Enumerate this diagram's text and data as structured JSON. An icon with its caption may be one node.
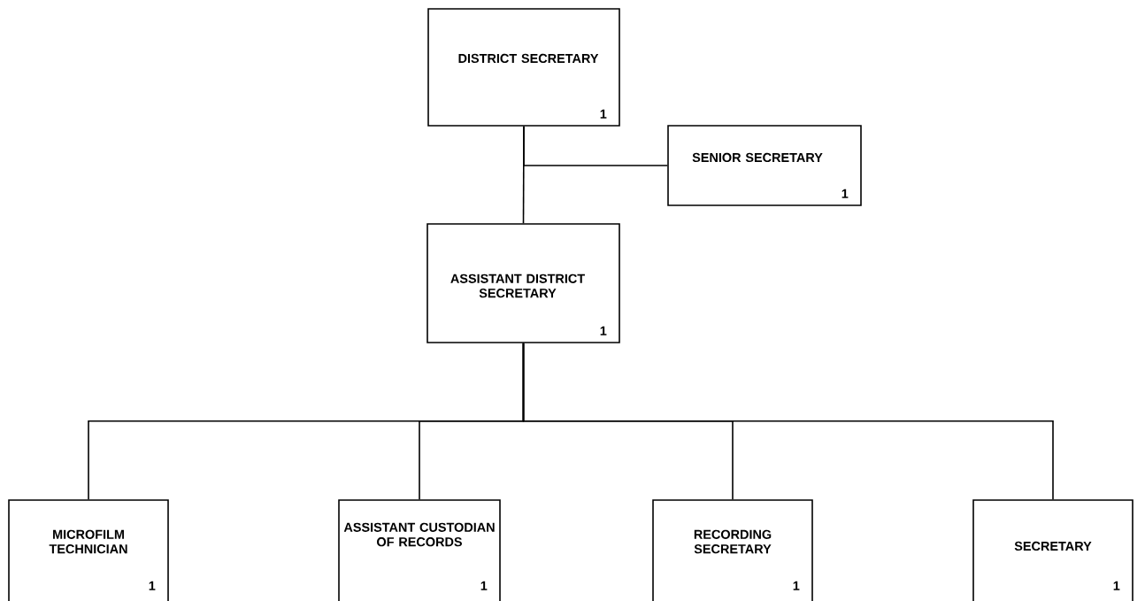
{
  "diagram": {
    "nodes": [
      {
        "text": [
          "DISTRICT SECRETARY",
          "1"
        ]
      },
      {
        "text": [
          "SENIOR SECRETARY",
          "1"
        ]
      },
      {
        "text": [
          "ASSISTANT DISTRICT SECRETARY",
          "1"
        ]
      },
      {
        "text": [
          "MICROFILM TECHNICIAN",
          "1"
        ]
      },
      {
        "text": [
          "ASSISTANT CUSTODIAN OF RECORDS",
          "1"
        ]
      },
      {
        "text": [
          "RECORDING SECRETARY",
          "1"
        ]
      },
      {
        "text": [
          "SECRETARY",
          "1"
        ]
      }
    ],
    "edges": [
      {
        "from": 0,
        "to": 2,
        "arrow": "none"
      },
      {
        "from": 1,
        "to": 0,
        "arrow": "none"
      },
      {
        "from": 2,
        "to": 3,
        "arrow": "none"
      },
      {
        "from": 2,
        "to": 4,
        "arrow": "none"
      },
      {
        "from": 2,
        "to": 5,
        "arrow": "none"
      },
      {
        "from": 2,
        "to": 6,
        "arrow": "none"
      }
    ]
  }
}
